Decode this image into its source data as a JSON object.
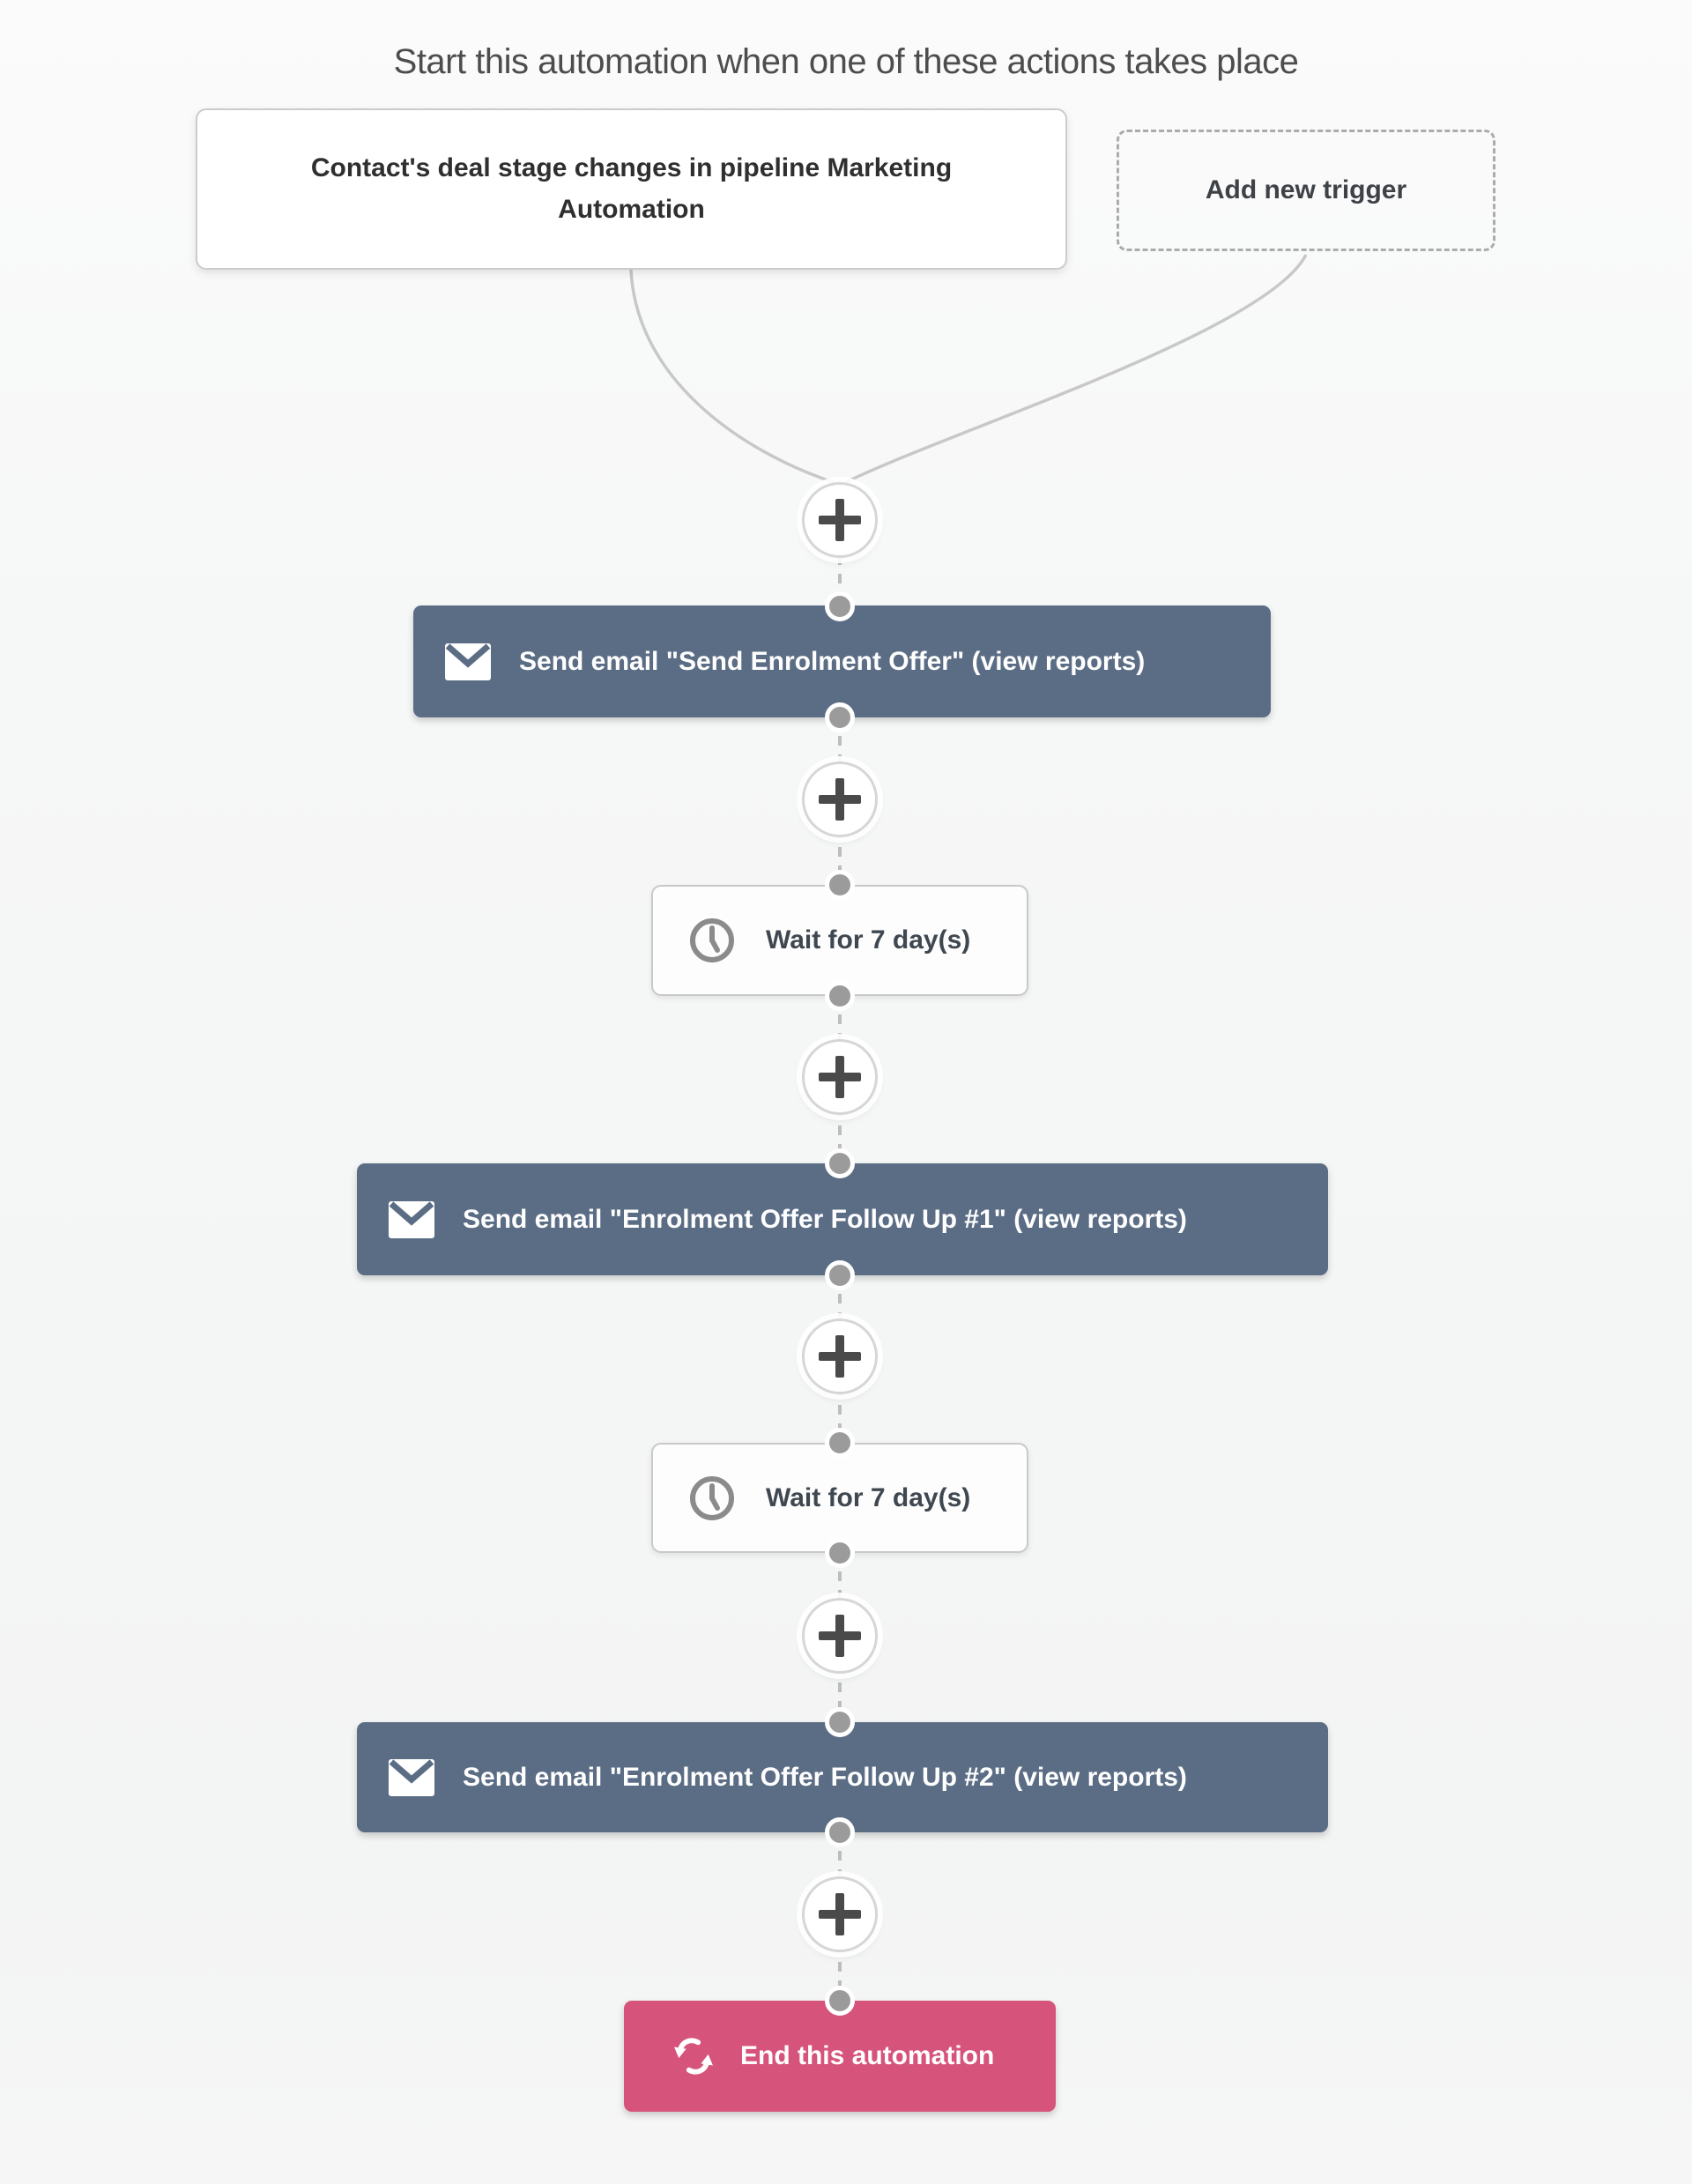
{
  "header": {
    "title": "Start this automation when one of these actions takes place"
  },
  "triggers": {
    "primary": {
      "label": "Contact's deal stage changes in pipeline Marketing Automation"
    },
    "add_new": {
      "label": "Add new trigger"
    }
  },
  "steps": [
    {
      "type": "email",
      "icon": "envelope-icon",
      "label": "Send email \"Send Enrolment Offer\" (view reports)"
    },
    {
      "type": "wait",
      "icon": "clock-icon",
      "label": "Wait for 7 day(s)"
    },
    {
      "type": "email",
      "icon": "envelope-icon",
      "label": "Send email \"Enrolment Offer Follow Up #1\" (view reports)"
    },
    {
      "type": "wait",
      "icon": "clock-icon",
      "label": "Wait for 7 day(s)"
    },
    {
      "type": "email",
      "icon": "envelope-icon",
      "label": "Send email \"Enrolment Offer Follow Up #2\" (view reports)"
    },
    {
      "type": "end",
      "icon": "cycle-icon",
      "label": "End this automation"
    }
  ],
  "add_step_buttons": {
    "count": 6,
    "glyph": "+"
  },
  "colors": {
    "email_step": "#5b6d85",
    "end_step": "#d6537b",
    "canvas_background": "#f5f6f6",
    "connector_gray": "#c8c8c8",
    "dot_gray": "#9b9b9b",
    "text_dark": "#2f2f2f",
    "title_gray": "#4d4d4d"
  }
}
